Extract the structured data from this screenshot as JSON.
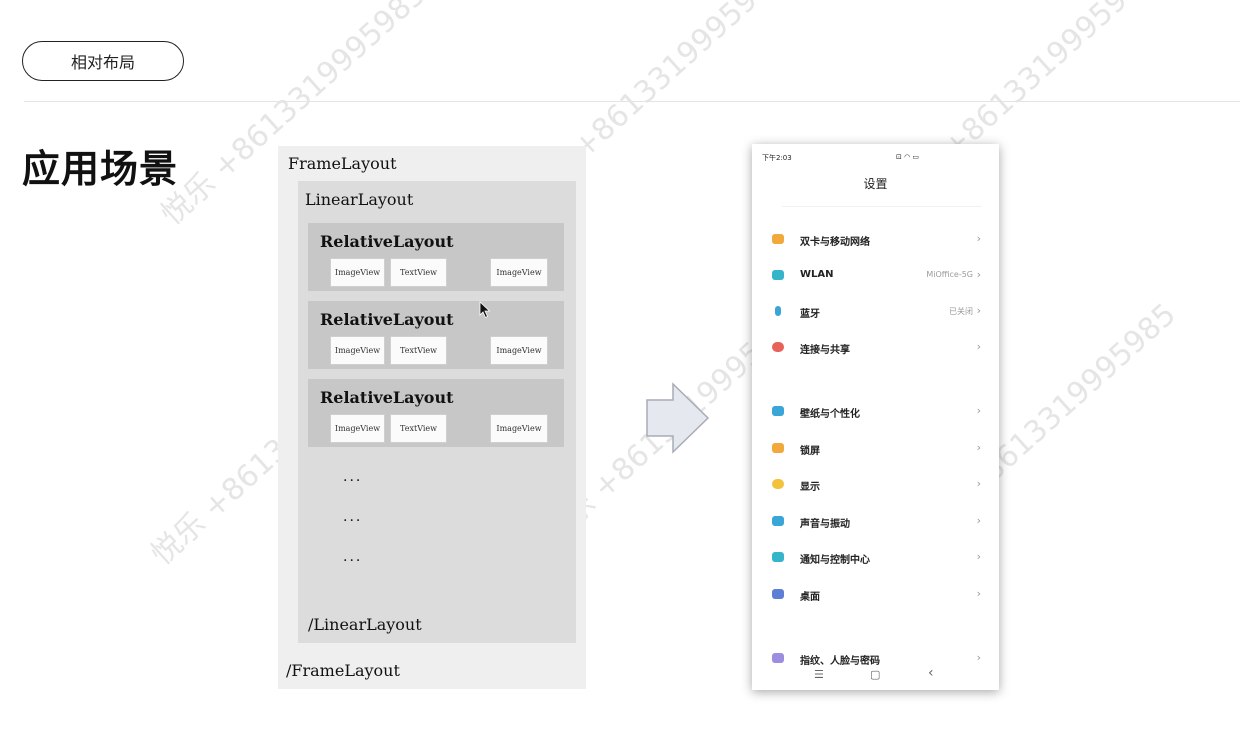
{
  "header": {
    "tag": "相对布局",
    "title": "应用场景"
  },
  "diagram": {
    "frame_open": "FrameLayout",
    "frame_close": "/FrameLayout",
    "linear_open": "LinearLayout",
    "linear_close": "/LinearLayout",
    "relative_label": "RelativeLayout",
    "image_view": "ImageView",
    "text_view": "TextView",
    "ellipsis": "..."
  },
  "phone": {
    "status_time": "下午2:03",
    "status_right": "⊡ ◠ ▭",
    "title": "设置",
    "items": [
      {
        "label": "双卡与移动网络",
        "value": "",
        "icon": "sim-icon",
        "color": "#f2a93b"
      },
      {
        "label": "WLAN",
        "value": "MiOffice-5G",
        "icon": "wifi-icon",
        "color": "#35b5c9"
      },
      {
        "label": "蓝牙",
        "value": "已关闭",
        "icon": "bluetooth-icon",
        "color": "#3aa6d8"
      },
      {
        "label": "连接与共享",
        "value": "",
        "icon": "share-icon",
        "color": "#e8615a"
      },
      {
        "label": "壁纸与个性化",
        "value": "",
        "icon": "wallpaper-icon",
        "color": "#3aa6d8"
      },
      {
        "label": "锁屏",
        "value": "",
        "icon": "lock-icon",
        "color": "#f2a93b"
      },
      {
        "label": "显示",
        "value": "",
        "icon": "sun-icon",
        "color": "#f2c23b"
      },
      {
        "label": "声音与振动",
        "value": "",
        "icon": "sound-icon",
        "color": "#3aa6d8"
      },
      {
        "label": "通知与控制中心",
        "value": "",
        "icon": "notification-icon",
        "color": "#35b5c9"
      },
      {
        "label": "桌面",
        "value": "",
        "icon": "home-icon",
        "color": "#5d7fd6"
      },
      {
        "label": "指纹、人脸与密码",
        "value": "",
        "icon": "fingerprint-icon",
        "color": "#9d8de0"
      }
    ],
    "nav": {
      "menu": "☰",
      "home": "▢",
      "back": "‹"
    }
  },
  "watermark": {
    "text": "悦乐 +8613319995985"
  }
}
